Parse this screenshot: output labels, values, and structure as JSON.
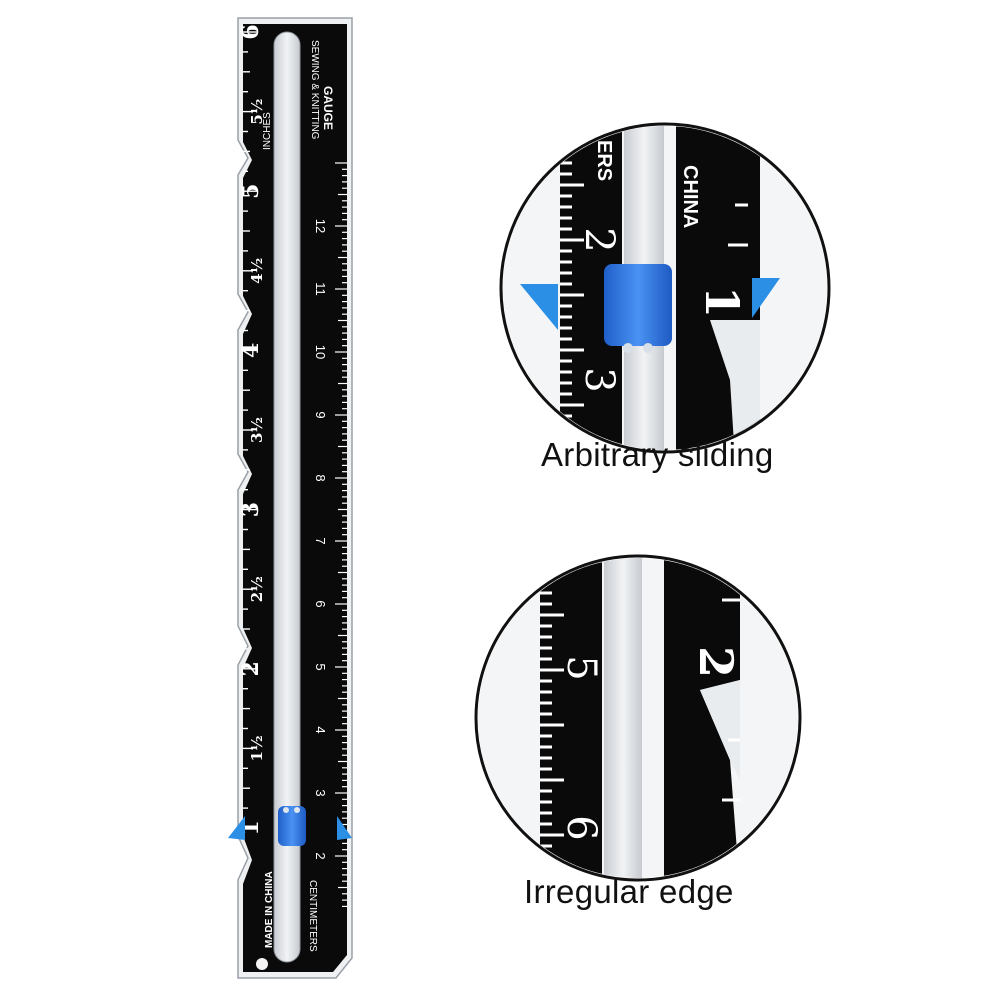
{
  "product": {
    "inch_labels": [
      "1",
      "1½",
      "2",
      "2½",
      "3",
      "3½",
      "4",
      "4½",
      "5",
      "5½",
      "6"
    ],
    "cm_labels": [
      "2",
      "3",
      "4",
      "5",
      "6",
      "7",
      "8",
      "9",
      "10",
      "11",
      "12"
    ],
    "side_text_inches": "INCHES",
    "side_text_made_in": "MADE IN CHINA",
    "side_text_brand": "SEWING & KNITTING",
    "side_text_gauge": "GAUGE",
    "side_text_centimeters": "CENTIMETERS"
  },
  "zoom_top": {
    "caption": "Arbitrary sliding",
    "visible_text": [
      "2",
      "3",
      "1",
      "ERS",
      "CHINA"
    ]
  },
  "zoom_bottom": {
    "caption": "Irregular edge",
    "visible_text": [
      "5",
      "6",
      "2"
    ]
  },
  "colors": {
    "ruler_black": "#0a0a0a",
    "metal": "#d9dde2",
    "slider_blue": "#2f7ae6",
    "pointer_blue": "#2b8fe6"
  }
}
